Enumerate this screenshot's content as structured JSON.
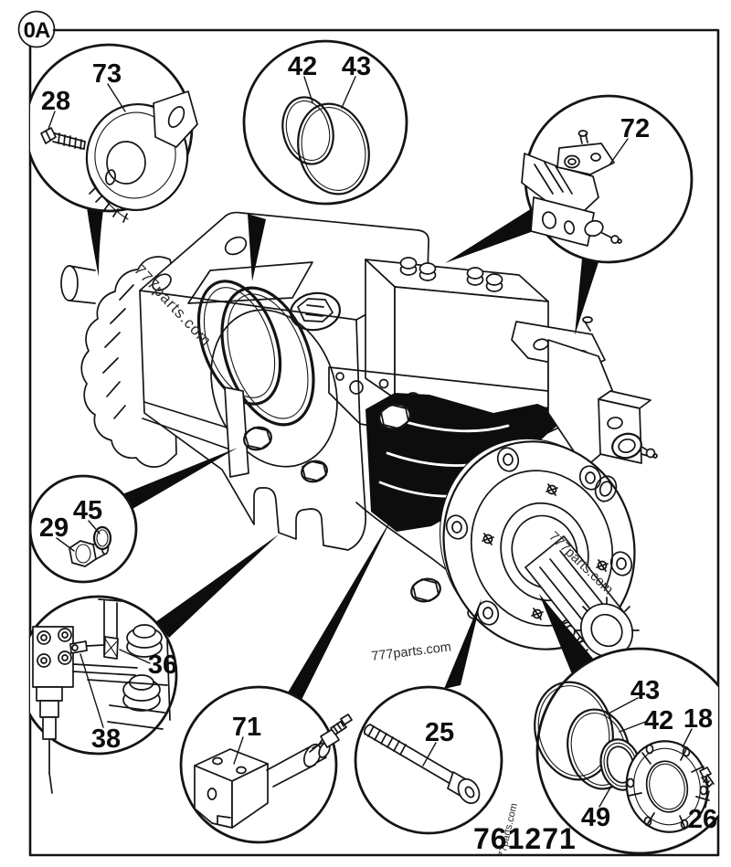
{
  "style": {
    "background": "#ffffff",
    "line_color": "#141414"
  },
  "sheet": {
    "ref_label": "0A",
    "drawing_number": "761271",
    "watermark": "777parts.com"
  },
  "callouts": {
    "bolt_and_coupling": {
      "bolt": "28",
      "coupling": "73"
    },
    "top_orings": {
      "small_oring": "42",
      "large_oring": "43"
    },
    "pilot_valve": {
      "valve": "72"
    },
    "plug_and_oring": {
      "plug": "29",
      "oring": "45"
    },
    "valve_detail": {
      "valve": "36",
      "orifice": "38"
    },
    "solenoid": {
      "valve": "71"
    },
    "long_bolt": {
      "bolt": "25"
    },
    "seal_kit": {
      "large_oring": "43",
      "small_oring": "42",
      "cover": "18",
      "oil_seal": "49",
      "screw": "26"
    }
  }
}
